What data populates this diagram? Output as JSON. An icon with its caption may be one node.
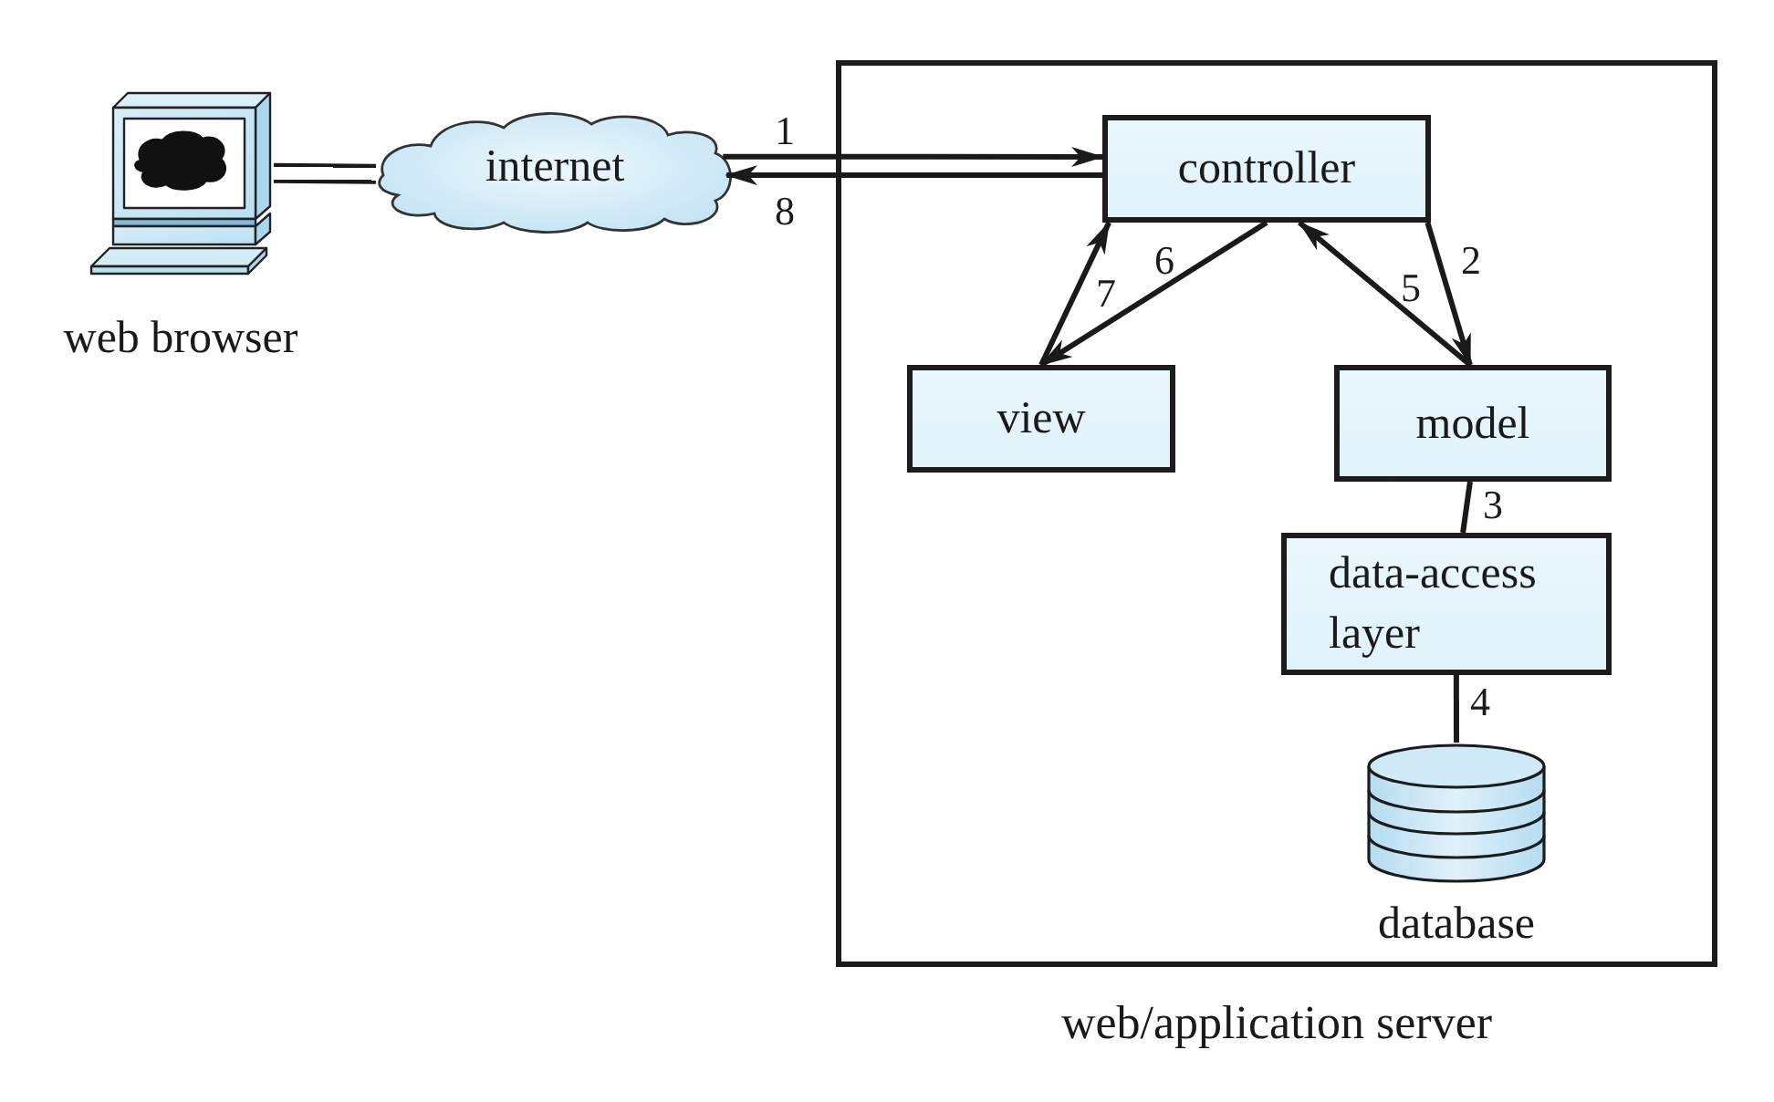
{
  "diagram": {
    "nodes": [
      {
        "text": [],
        "shape": "picture",
        "beside": [
          "web browser"
        ]
      },
      {
        "text": [
          "internet"
        ]
      },
      {
        "text": [
          "web/application server"
        ]
      },
      {
        "text": [
          "controller"
        ],
        "in": 2
      },
      {
        "text": [
          "view"
        ],
        "in": 2
      },
      {
        "text": [
          "model"
        ],
        "in": 2
      },
      {
        "text": [
          "data-access layer"
        ],
        "in": 2
      },
      {
        "text": [],
        "shape": "cylinder",
        "beside": [
          "database"
        ],
        "in": 2
      }
    ],
    "edges": [
      {
        "from": 0,
        "to": 1,
        "arrow": "none"
      },
      {
        "from": 1,
        "to": 3,
        "arrow": "to",
        "label": "1"
      },
      {
        "from": 3,
        "to": 5,
        "arrow": "to",
        "label": "2"
      },
      {
        "from": 5,
        "to": 6,
        "arrow": "none",
        "label": "3"
      },
      {
        "from": 6,
        "to": 7,
        "arrow": "none",
        "label": "4"
      },
      {
        "from": 5,
        "to": 3,
        "arrow": "to",
        "label": "5"
      },
      {
        "from": 3,
        "to": 4,
        "arrow": "to",
        "label": "6"
      },
      {
        "from": 4,
        "to": 3,
        "arrow": "to",
        "label": "7"
      },
      {
        "from": 3,
        "to": 1,
        "arrow": "to",
        "label": "8"
      }
    ]
  }
}
